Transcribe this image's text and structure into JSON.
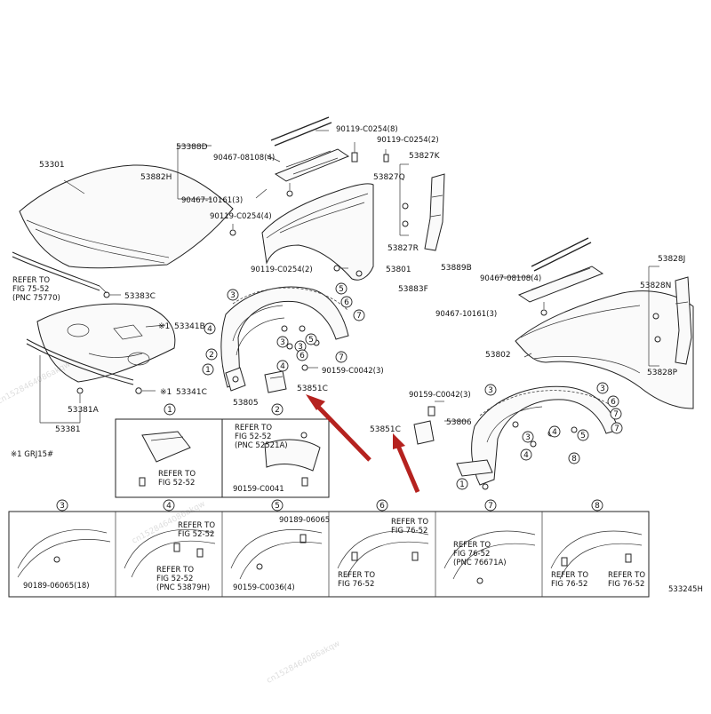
{
  "parts": {
    "p53301": "53301",
    "p53388D": "53388D",
    "p90467_08108_a": "90467-08108(4)",
    "p53882H": "53882H",
    "p90467_10161_a": "90467-10161(3)",
    "p90119_C0254_4": "90119-C0254(4)",
    "p90119_C0254_8": "90119-C0254(8)",
    "p90119_C0254_2a": "90119-C0254(2)",
    "p53827K": "53827K",
    "p53827Q": "53827Q",
    "p53827R": "53827R",
    "p90119_C0254_2b": "90119-C0254(2)",
    "p53801": "53801",
    "p53383C": "53383C",
    "p53341B": "53341B",
    "p53341C": "53341C",
    "p53381A": "53381A",
    "p53381": "53381",
    "p53805": "53805",
    "p53851C_a": "53851C",
    "p90159_C0042_a": "90159-C0042(3)",
    "p53889B": "53889B",
    "p90467_08108_b": "90467-08108(4)",
    "p53883F": "53883F",
    "p90467_10161_b": "90467-10161(3)",
    "p53828J": "53828J",
    "p53828N": "53828N",
    "p53828P": "53828P",
    "p53802": "53802",
    "p90159_C0042_b": "90159-C0042(3)",
    "p53806": "53806",
    "p53851C_b": "53851C",
    "p90159_C0041": "90159-C0041",
    "p90189_06065_18": "90189-06065(18)",
    "p90189_06065": "90189-06065",
    "p90159_C0036_4": "90159-C0036(4)"
  },
  "marks": {
    "note_mark": "※1",
    "footnote": "※1 GRJ15#"
  },
  "refs": {
    "fig75": [
      "REFER TO",
      "FIG 75-52",
      "(PNC 75770)"
    ],
    "fig52_52521A": [
      "REFER TO",
      "FIG 52-52",
      "(PNC 52521A)"
    ],
    "fig52_simple": [
      "REFER TO",
      "FIG 52-52"
    ],
    "fig52_53879H": [
      "REFER TO",
      "FIG 52-52",
      "(PNC 53879H)"
    ],
    "fig76_a": [
      "REFER TO",
      "FIG 76-52"
    ],
    "fig76_b": [
      "REFER TO",
      "FIG 76-52"
    ],
    "fig76_76671A": [
      "REFER TO",
      "FIG 76-52",
      "(PNC 76671A)"
    ],
    "fig76_c": [
      "REFER TO",
      "FIG 76-52"
    ],
    "fig76_d": [
      "REFER TO",
      "FIG 76-52"
    ]
  },
  "callouts": [
    "1",
    "2",
    "3",
    "4",
    "5",
    "6",
    "7",
    "8"
  ],
  "diagram_code": "533245H",
  "watermark": [
    "cn1528464086akqw",
    "cn1528464086akqw",
    "cn1528464086akqw"
  ],
  "colors": {
    "arrow": "#b5221f",
    "line": "#222222"
  }
}
